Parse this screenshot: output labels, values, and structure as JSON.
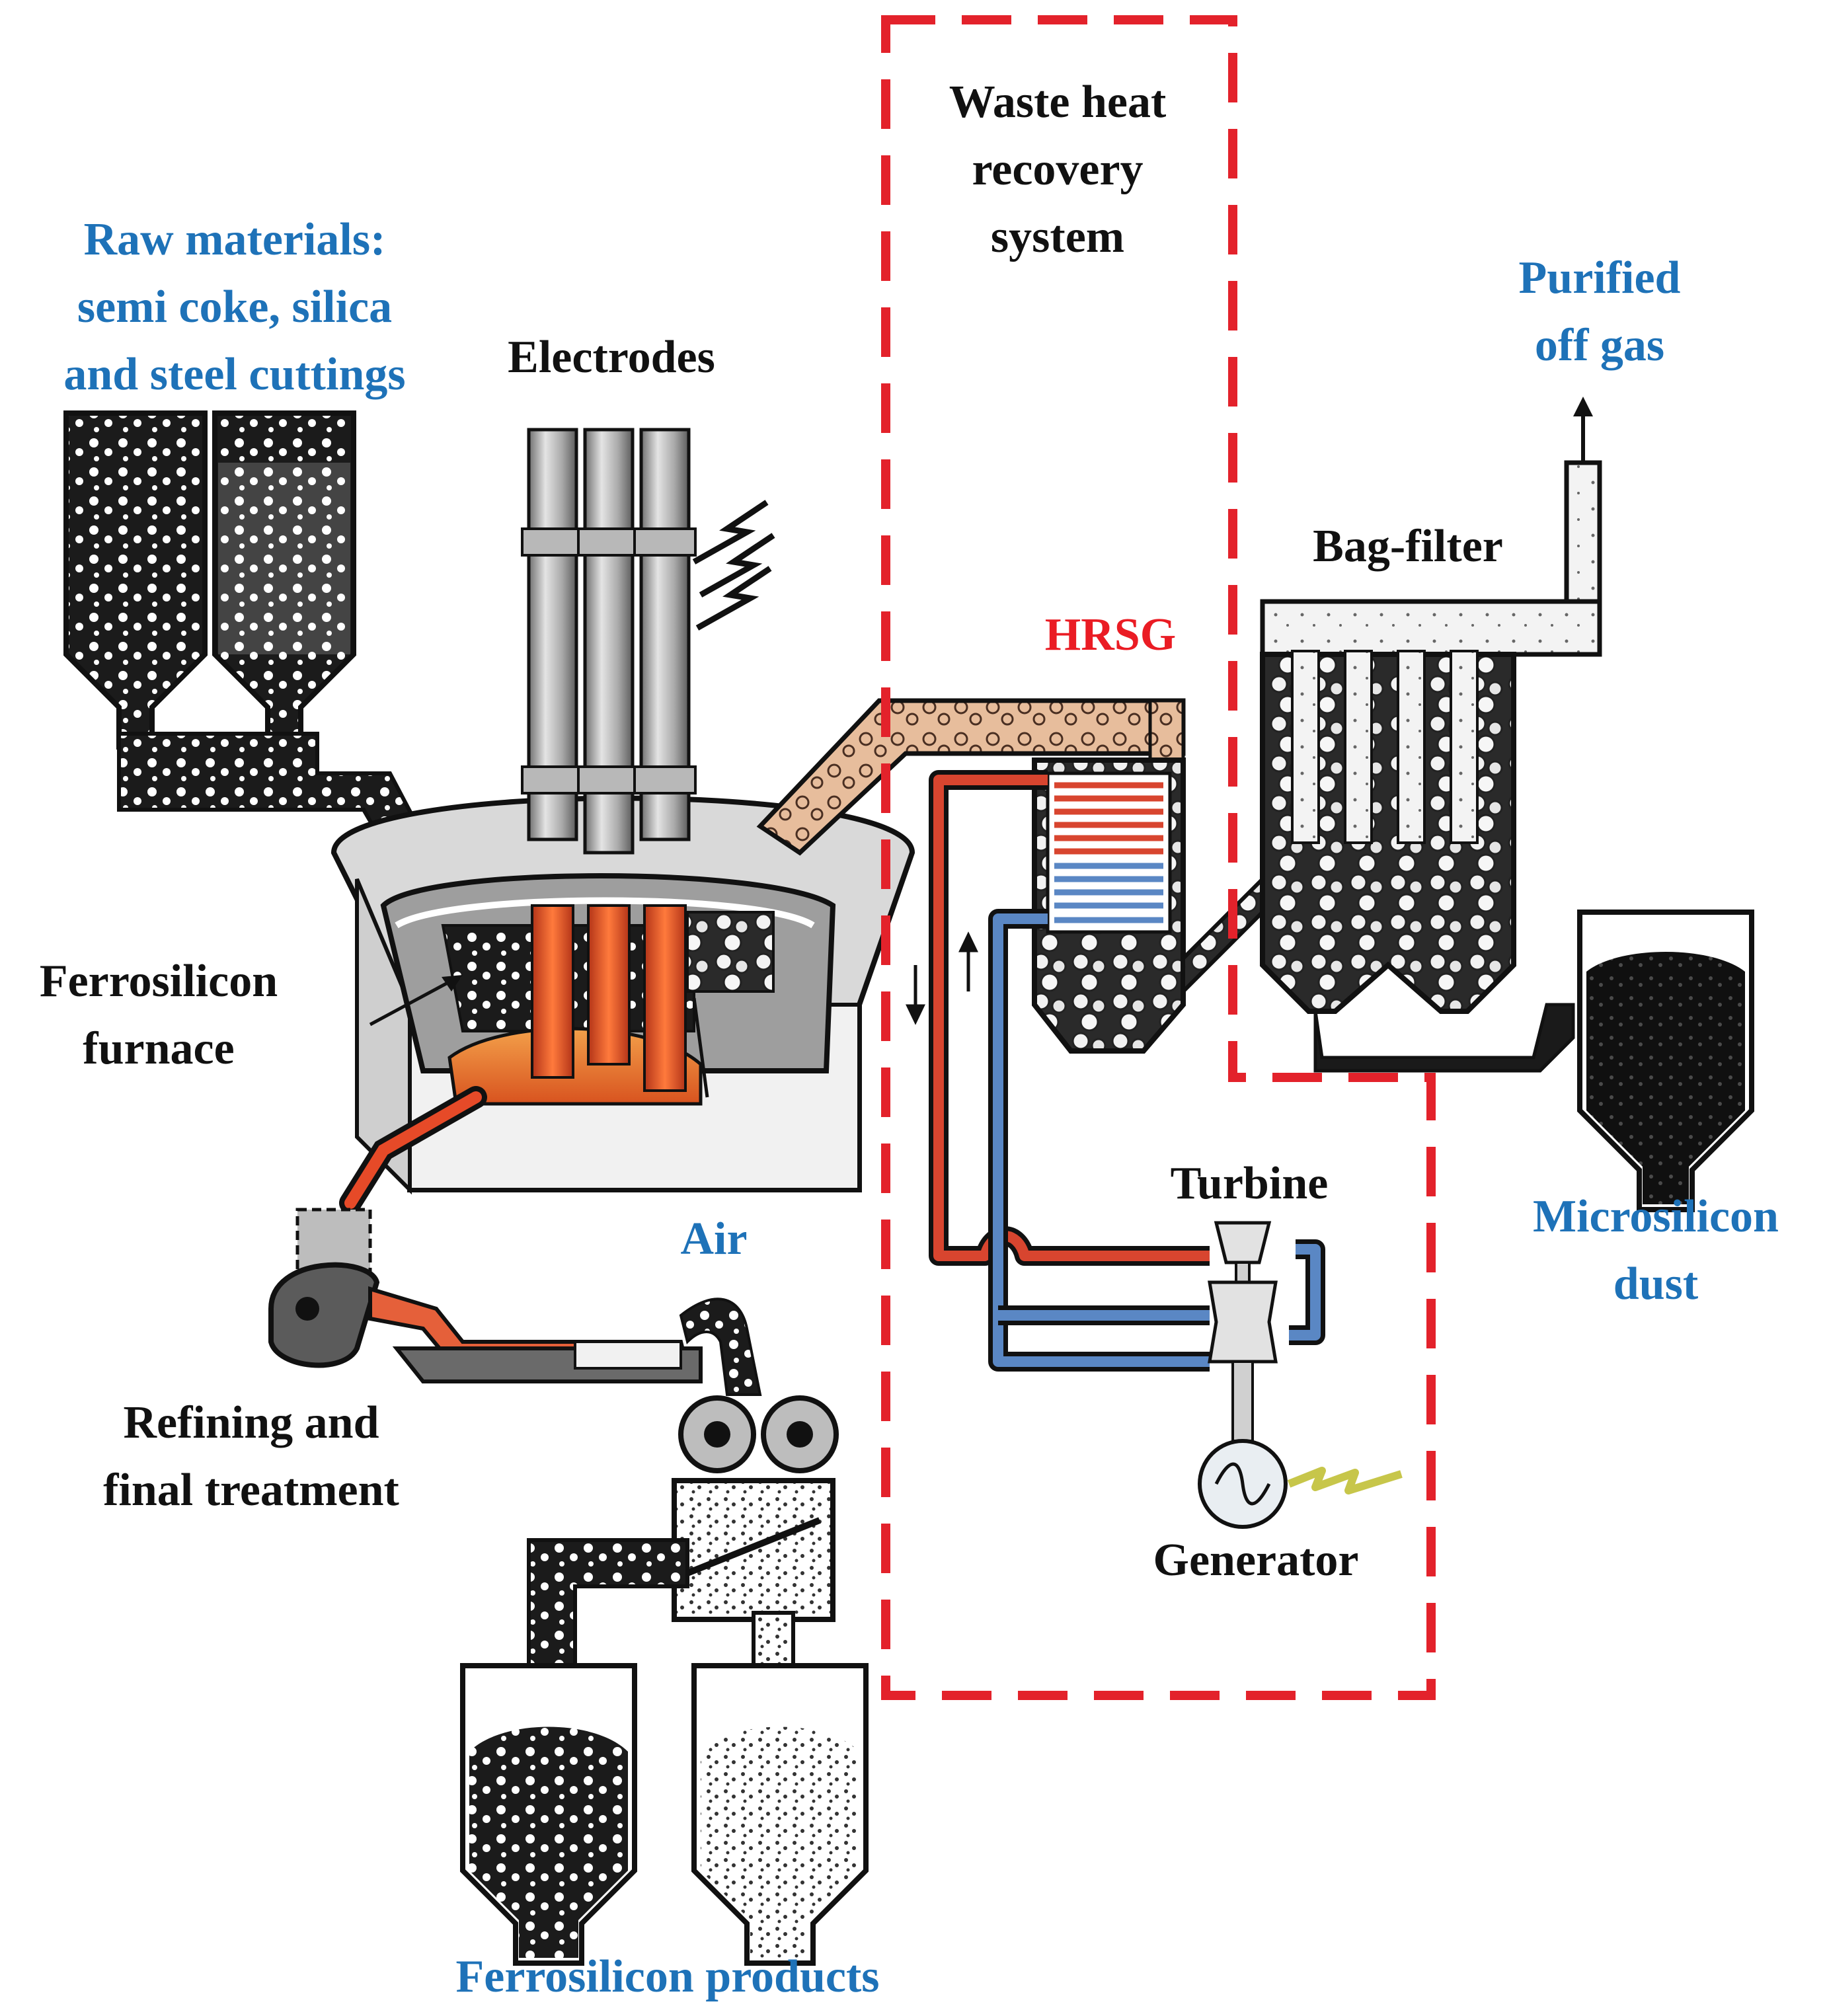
{
  "labels": {
    "raw_materials": [
      "Raw materials:",
      "semi coke, silica",
      "and steel cuttings"
    ],
    "electrodes": "Electrodes",
    "waste_heat": [
      "Waste heat",
      "recovery",
      "system"
    ],
    "purified": [
      "Purified",
      "off gas"
    ],
    "bag_filter": "Bag-filter",
    "hrsg": "HRSG",
    "ferrosilicon_furnace": [
      "Ferrosilicon",
      "furnace"
    ],
    "air": "Air",
    "turbine": "Turbine",
    "microsilicon": [
      "Microsilicon",
      "dust"
    ],
    "refining": [
      "Refining and",
      "final treatment"
    ],
    "generator": "Generator",
    "products": "Ferrosilicon products"
  },
  "colors": {
    "text_black": "#111111",
    "text_blue": "#1e72b8",
    "text_red": "#ea1c24",
    "boundary_red": "#e3222b",
    "hot_pipe": "#d8452f",
    "cold_pipe": "#5a87c4",
    "molten": "#f28a2a"
  },
  "icons": [
    "hopper-icon",
    "electrode-icon",
    "lightning-icon",
    "furnace-icon",
    "hrsg-icon",
    "bag-filter-icon",
    "turbine-icon",
    "generator-icon",
    "roller-crusher-icon",
    "ladle-icon"
  ]
}
